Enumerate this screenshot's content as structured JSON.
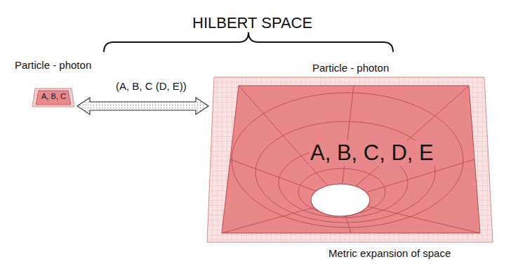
{
  "diagram": {
    "title": "HILBERT SPACE",
    "nodes": [
      {
        "text": [
          "Particle - photon",
          "A, B, C"
        ]
      },
      {
        "text": [
          "Particle - photon",
          "A, B, C, D, E"
        ]
      }
    ],
    "edges": [
      {
        "from": 0,
        "to": 1,
        "label": "(A, B, C (D, E))",
        "arrow": "both"
      }
    ],
    "labels": [
      "Metric expansion of space"
    ]
  }
}
